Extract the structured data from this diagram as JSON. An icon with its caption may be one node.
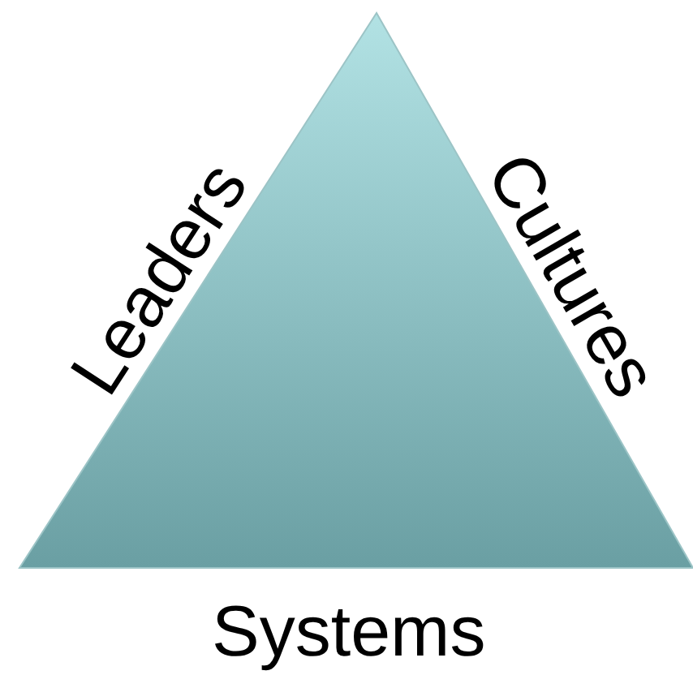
{
  "diagram": {
    "labels": [
      "Leaders",
      "Cultures",
      "Systems"
    ]
  }
}
